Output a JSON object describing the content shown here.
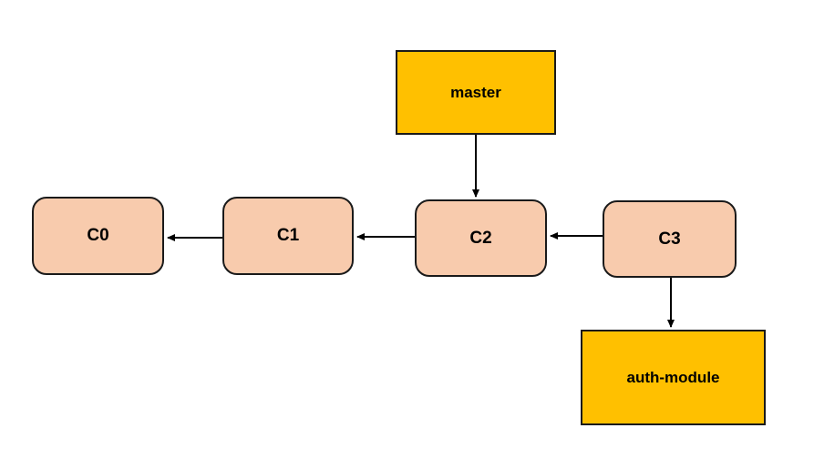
{
  "diagram": {
    "kind": "git-commit-branch-diagram",
    "nodes": {
      "master": {
        "label": "master",
        "role": "branch-pointer"
      },
      "c0": {
        "label": "C0",
        "role": "commit"
      },
      "c1": {
        "label": "C1",
        "role": "commit"
      },
      "c2": {
        "label": "C2",
        "role": "commit"
      },
      "c3": {
        "label": "C3",
        "role": "commit"
      },
      "auth_module": {
        "label": "auth-module",
        "role": "branch-pointer"
      }
    },
    "edges": [
      {
        "from": "master",
        "to": "c2",
        "direction": "down"
      },
      {
        "from": "c1",
        "to": "c0",
        "direction": "left"
      },
      {
        "from": "c2",
        "to": "c1",
        "direction": "left"
      },
      {
        "from": "c3",
        "to": "c2",
        "direction": "left"
      },
      {
        "from": "c3",
        "to": "auth_module",
        "direction": "down"
      }
    ],
    "colors": {
      "background": "#FFFFFF",
      "commit_fill": "#F8CBAD",
      "commit_border": "#1A1A1A",
      "branch_fill": "#FFC000",
      "branch_border": "#1A1A1A",
      "arrow": "#000000",
      "text": "#000000"
    }
  }
}
